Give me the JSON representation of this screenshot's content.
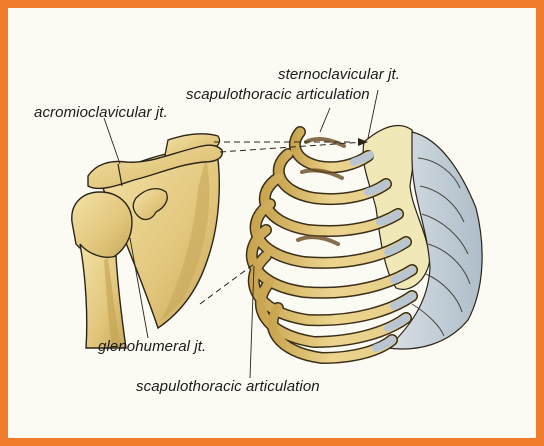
{
  "labels": {
    "sternoclavicular": "sternoclavicular jt.",
    "scapulothoracic_top": "scapulothoracic articulation",
    "acromioclavicular": "acromioclavicular jt.",
    "glenohumeral": "glenohumeral jt.",
    "scapulothoracic_bottom": "scapulothoracic articulation"
  },
  "colors": {
    "frame": "#f07c2c",
    "background": "#fbfaf3",
    "bone": "#e9d089",
    "bone_shadow": "#b89a45",
    "cartilage": "#c9d3da",
    "outline": "#2a2418"
  }
}
